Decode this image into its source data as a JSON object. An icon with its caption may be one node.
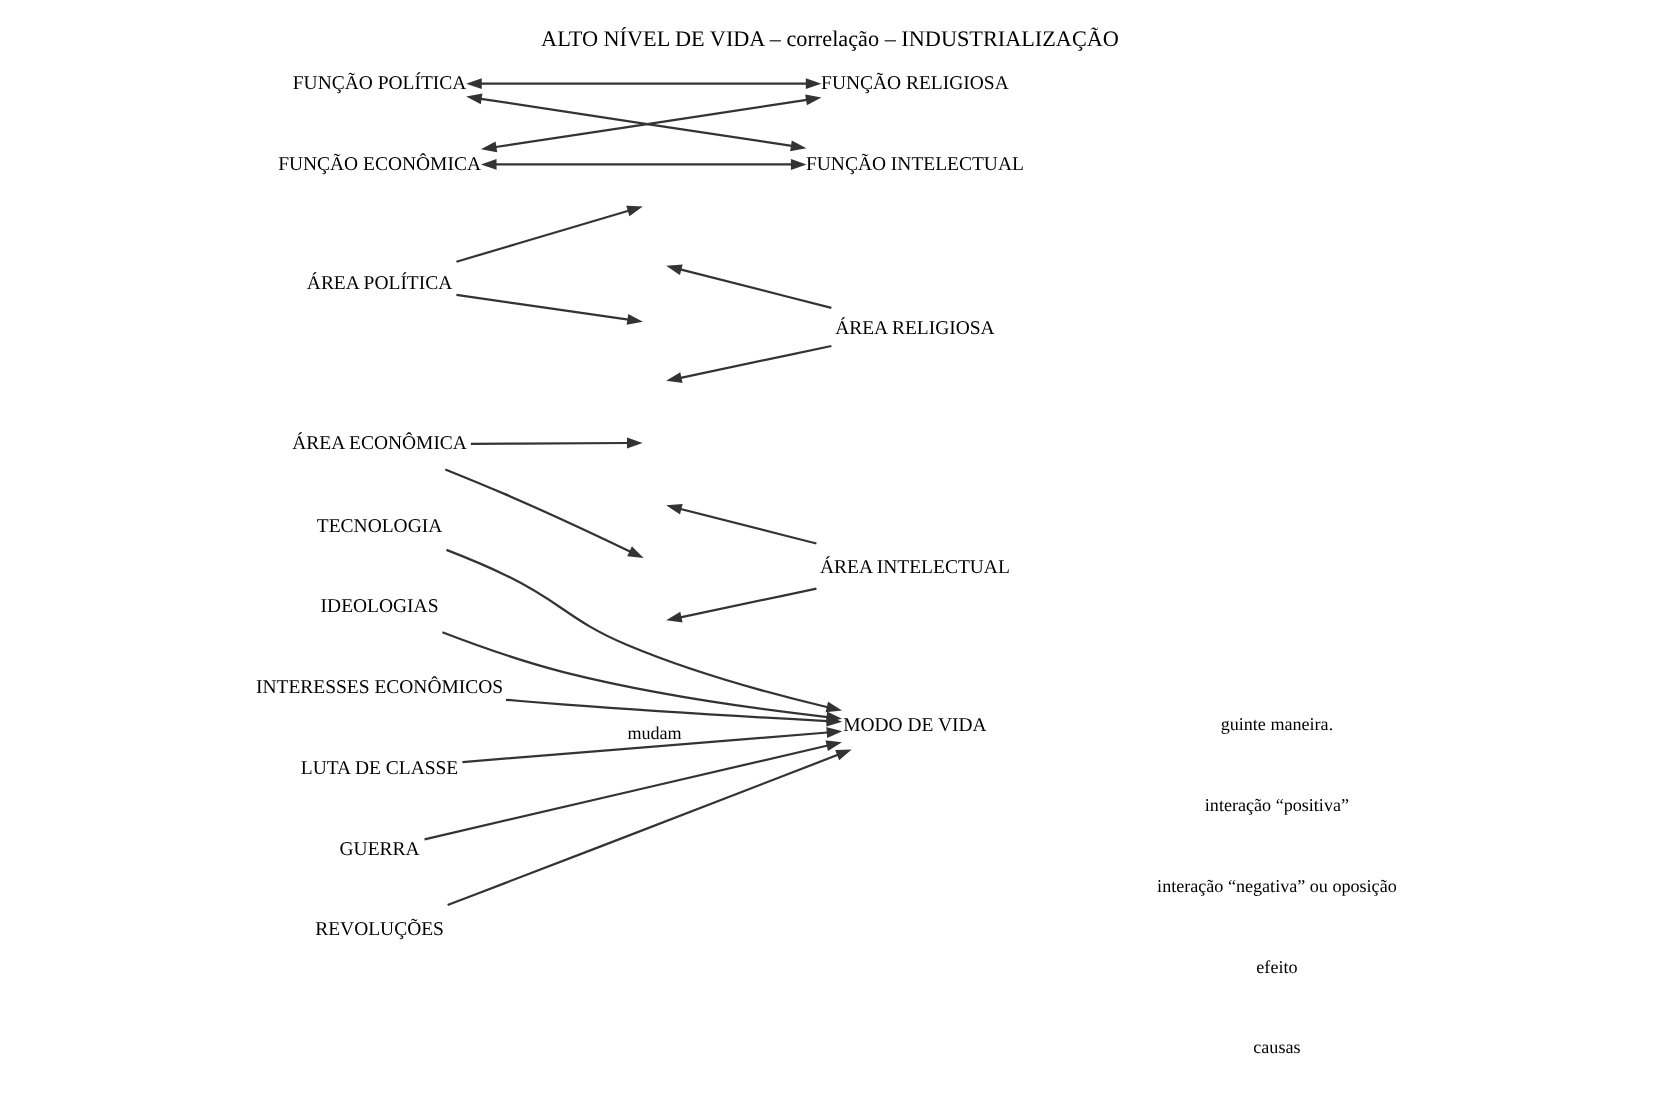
{
  "diagram": {
    "title": "ALTO NÍVEL DE VIDA – correlação – INDUSTRIALIZAÇÃO",
    "nodes": [
      {
        "text": [
          "FUNÇÃO POLÍTICA"
        ]
      },
      {
        "text": [
          "FUNÇÃO RELIGIOSA"
        ]
      },
      {
        "text": [
          "FUNÇÃO ECONÔMICA"
        ]
      },
      {
        "text": [
          "FUNÇÃO INTELECTUAL"
        ]
      },
      {
        "text": [
          "ÁREA POLÍTICA"
        ]
      },
      {
        "text": [
          "ÁREA RELIGIOSA"
        ]
      },
      {
        "text": [
          "ÁREA ECONÔMICA"
        ]
      },
      {
        "text": [
          "ÁREA INTELECTUAL"
        ]
      },
      {
        "text": [
          "TECNOLOGIA"
        ]
      },
      {
        "text": [
          "IDEOLOGIAS"
        ]
      },
      {
        "text": [
          "INTERESSES ECONÔMICOS"
        ]
      },
      {
        "text": [
          "LUTA DE CLASSE"
        ]
      },
      {
        "text": [
          "GUERRA"
        ]
      },
      {
        "text": [
          "REVOLUÇÕES"
        ]
      },
      {
        "text": [
          "MODO DE VIDA"
        ]
      }
    ],
    "edges": [
      {
        "from": 0,
        "to": 1,
        "arrow": "both"
      },
      {
        "from": 0,
        "to": 3,
        "arrow": "both"
      },
      {
        "from": 2,
        "to": 1,
        "arrow": "both"
      },
      {
        "from": 2,
        "to": 3,
        "arrow": "both"
      },
      {
        "from": 4,
        "to": null,
        "arrow": "to"
      },
      {
        "from": 5,
        "to": null,
        "arrow": "to"
      },
      {
        "from": 4,
        "to": null,
        "arrow": "to"
      },
      {
        "from": 5,
        "to": null,
        "arrow": "to"
      },
      {
        "from": 6,
        "to": null,
        "arrow": "to"
      },
      {
        "from": 7,
        "to": null,
        "arrow": "to"
      },
      {
        "from": 6,
        "to": null,
        "arrow": "to"
      },
      {
        "from": 7,
        "to": null,
        "arrow": "to"
      },
      {
        "from": 8,
        "to": 14,
        "arrow": "to"
      },
      {
        "from": 9,
        "to": 14,
        "arrow": "to"
      },
      {
        "from": 10,
        "to": 14,
        "arrow": "to"
      },
      {
        "from": 11,
        "to": 14,
        "arrow": "to",
        "label": "mudam"
      },
      {
        "from": 12,
        "to": 14,
        "arrow": "to"
      },
      {
        "from": 13,
        "to": 14,
        "arrow": "to"
      }
    ],
    "labels": [
      "guinte maneira.",
      "interação “positiva”",
      "interação “negativa” ou oposição",
      "efeito",
      "causas"
    ]
  }
}
